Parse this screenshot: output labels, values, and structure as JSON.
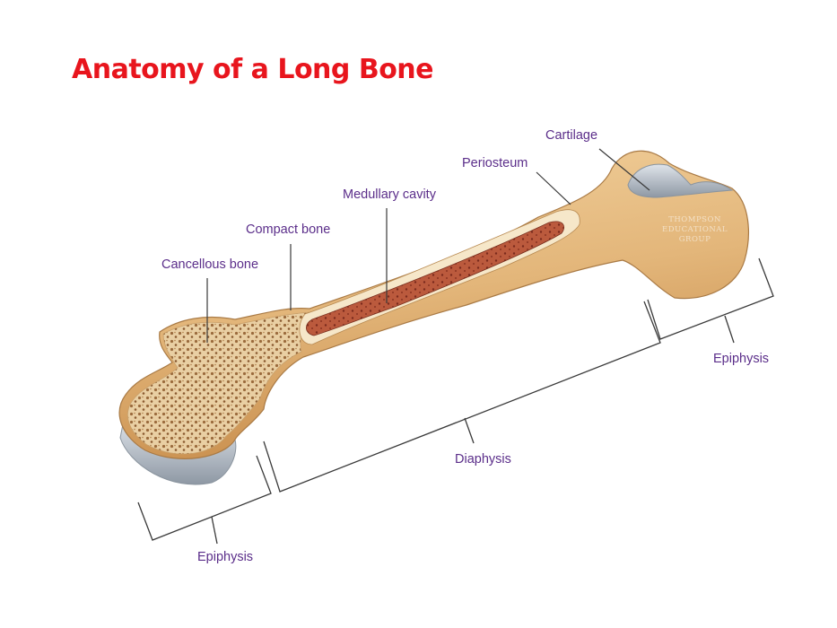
{
  "title": "Anatomy of a Long Bone",
  "colors": {
    "title": "#e8151d",
    "label": "#5b2e8a",
    "leader": "#3a3a3a",
    "bone": "#e8c28b",
    "cartilage": "#b8c2cc",
    "medulla": "#b8543a",
    "spongy": "#d8b283"
  },
  "labels": {
    "cartilage": "Cartilage",
    "periosteum": "Periosteum",
    "medullary_cavity": "Medullary cavity",
    "compact_bone": "Compact bone",
    "cancellous_bone": "Cancellous bone",
    "epiphysis_proximal": "Epiphysis",
    "diaphysis": "Diaphysis",
    "epiphysis_distal": "Epiphysis"
  },
  "watermark": [
    "THOMPSON",
    "EDUCATIONAL",
    "GROUP"
  ]
}
